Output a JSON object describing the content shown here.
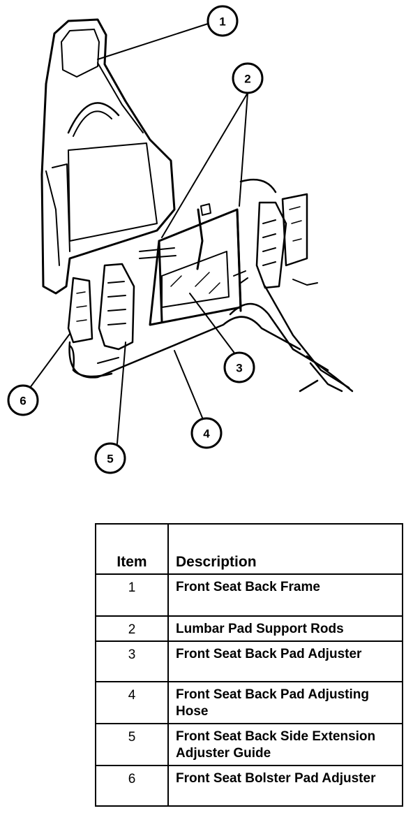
{
  "callouts": [
    "1",
    "2",
    "3",
    "4",
    "5",
    "6"
  ],
  "legend": {
    "headers": {
      "item": "Item",
      "description": "Description"
    },
    "rows": [
      {
        "item": "1",
        "description": "Front Seat Back Frame"
      },
      {
        "item": "2",
        "description": "Lumbar Pad Support Rods"
      },
      {
        "item": "3",
        "description": "Front Seat Back Pad Adjuster"
      },
      {
        "item": "4",
        "description": "Front Seat Back Pad Adjusting Hose"
      },
      {
        "item": "5",
        "description": "Front Seat Back Side Extension Adjuster Guide"
      },
      {
        "item": "6",
        "description": "Front Seat Bolster Pad Adjuster"
      }
    ]
  }
}
